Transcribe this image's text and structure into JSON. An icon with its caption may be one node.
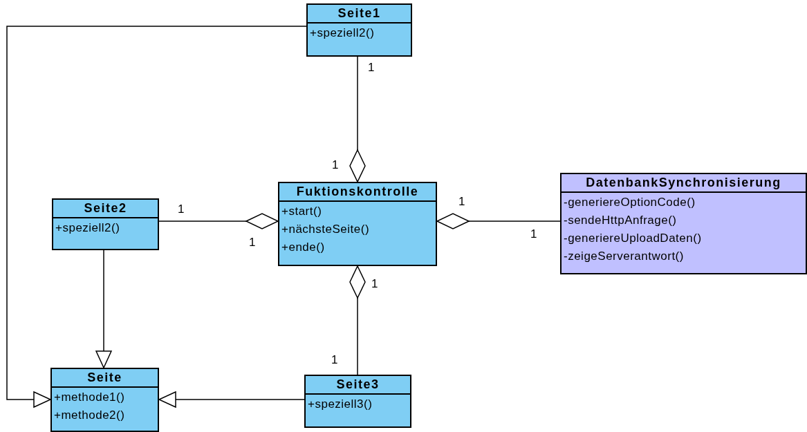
{
  "diagram": {
    "nodes": [
      {
        "text": [
          "Seite1",
          "+speziell2()"
        ]
      },
      {
        "text": [
          "Seite2",
          "+speziell2()"
        ]
      },
      {
        "text": [
          "Fuktionskontrolle",
          "+start()",
          "+nächsteSeite()",
          "+ende()"
        ]
      },
      {
        "text": [
          "DatenbankSynchronisierung",
          "-generiereOptionCode()",
          "-sendeHttpAnfrage()",
          "-generiereUploadDaten()",
          "-zeigeServerantwort()"
        ]
      },
      {
        "text": [
          "Seite",
          "+methode1()",
          "+methode2()"
        ]
      },
      {
        "text": [
          "Seite3",
          "+speziell3()"
        ]
      }
    ],
    "edges": [
      {
        "from": 0,
        "to": 2,
        "arrow": "other"
      },
      {
        "from": 1,
        "to": 2,
        "arrow": "other"
      },
      {
        "from": 3,
        "to": 2,
        "arrow": "other"
      },
      {
        "from": 5,
        "to": 2,
        "arrow": "other"
      },
      {
        "from": 0,
        "to": 4,
        "arrow": "to"
      },
      {
        "from": 1,
        "to": 4,
        "arrow": "to"
      },
      {
        "from": 5,
        "to": 4,
        "arrow": "to"
      }
    ],
    "labels": [
      "1",
      "1",
      "1",
      "1",
      "1",
      "1",
      "1",
      "1"
    ]
  }
}
